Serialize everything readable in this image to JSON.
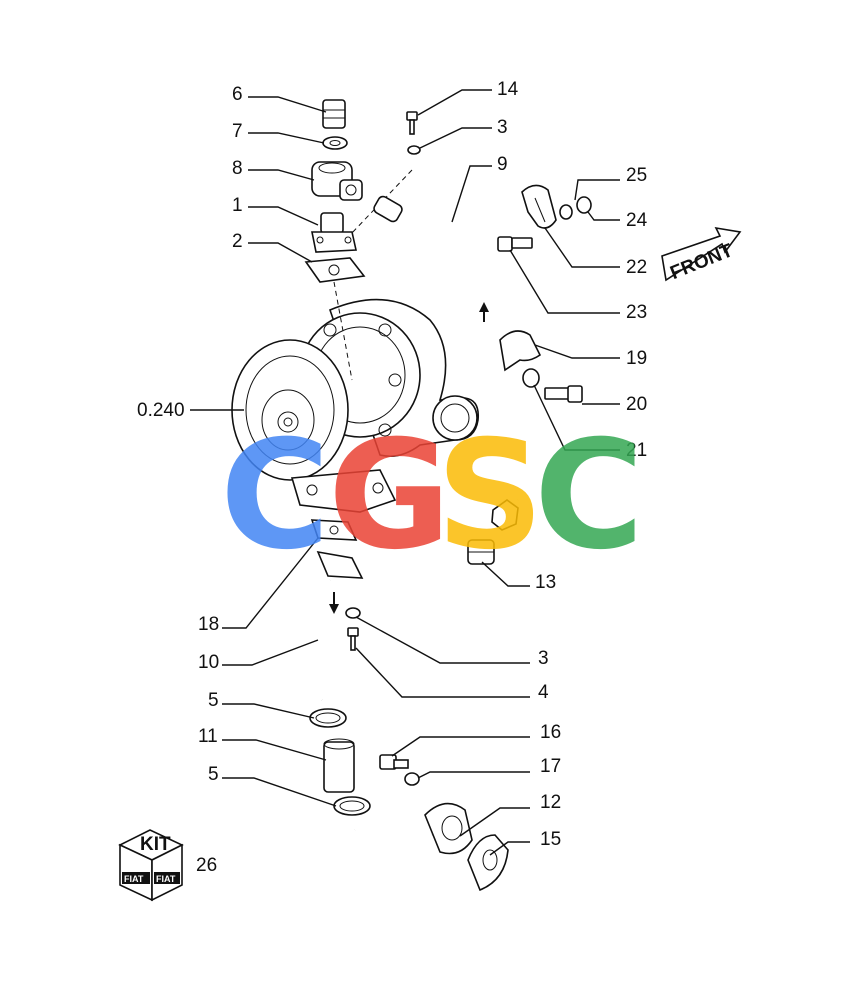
{
  "callouts": [
    "6",
    "7",
    "8",
    "1",
    "2",
    "0.240",
    "14",
    "3",
    "9",
    "25",
    "24",
    "22",
    "23",
    "19",
    "20",
    "21",
    "13",
    "18",
    "10",
    "3",
    "4",
    "5",
    "11",
    "5",
    "16",
    "17",
    "12",
    "15",
    "26"
  ],
  "front_label": "FRONT",
  "kit_label": "KIT",
  "kit_side_labels": [
    "FIAT",
    "FIAT"
  ],
  "watermark": {
    "letters": [
      "C",
      "G",
      "S",
      "C"
    ],
    "colors": [
      "#4285f4",
      "#ea4335",
      "#fbbc05",
      "#34a853"
    ]
  }
}
